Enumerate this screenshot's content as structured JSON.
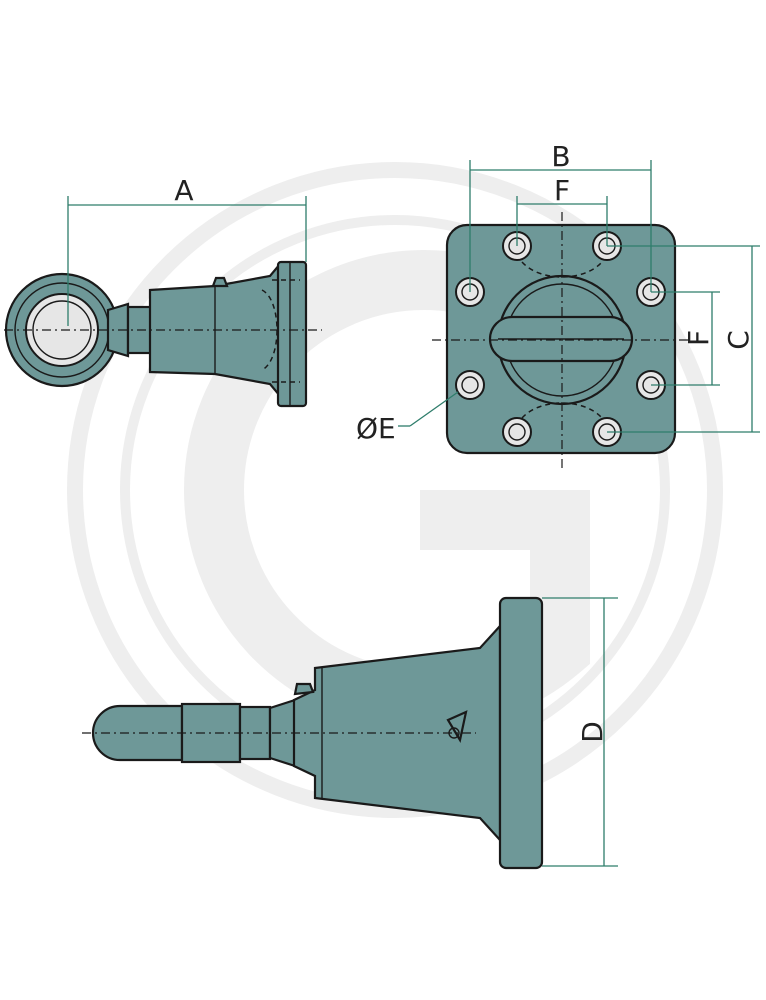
{
  "labels": {
    "a": "A",
    "b": "B",
    "c": "C",
    "d": "D",
    "e": "ØE",
    "f_top": "F",
    "f_side": "F"
  },
  "colors": {
    "body": "#6e9898",
    "dimension_line": "#2e7d6b",
    "hole": "#e6e6e6",
    "watermark": "#eeeeee"
  },
  "watermark_icon": "g-logo-icon"
}
